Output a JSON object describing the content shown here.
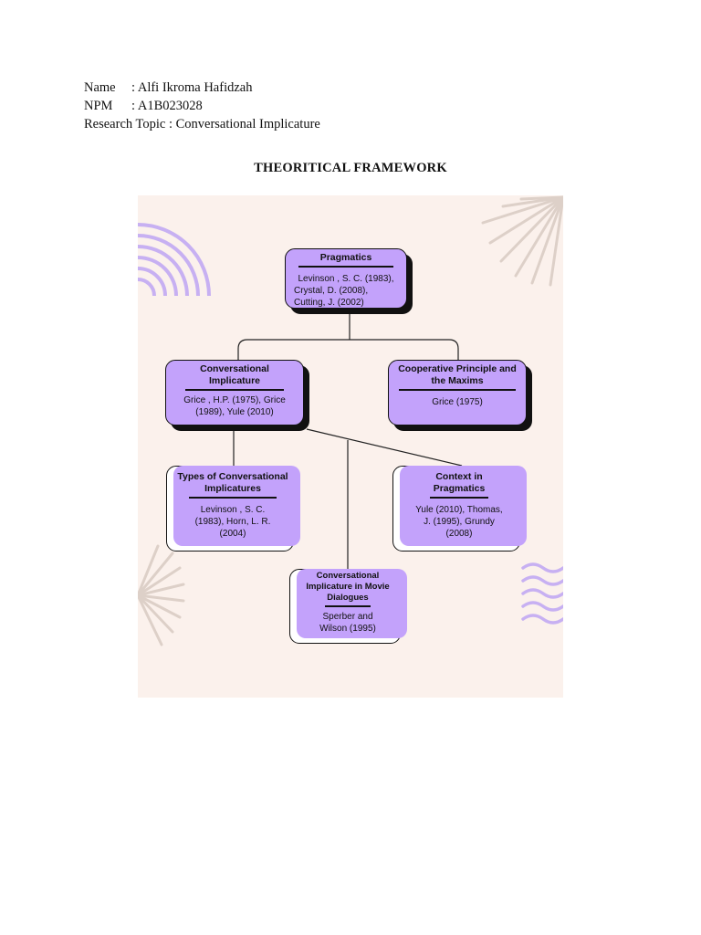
{
  "header": {
    "name_label": "Name",
    "name_value": ": Alfi Ikroma Hafidzah",
    "npm_label": "NPM",
    "npm_value": ": A1B023028",
    "topic_label": "Research Topic",
    "topic_value": ": Conversational Implicature"
  },
  "title": "THEORITICAL FRAMEWORK",
  "nodes": {
    "pragmatics": {
      "head": "Pragmatics",
      "refs": [
        "Levinson , S. C. (1983),",
        "Crystal, D. (2008),",
        "Cutting, J. (2002)"
      ]
    },
    "implicature": {
      "head": [
        "Conversational",
        "Implicature"
      ],
      "refs": [
        "Grice , H.P. (1975), Grice",
        "(1989),  Yule (2010)"
      ]
    },
    "cooperative": {
      "head": [
        "Cooperative Principle and",
        "the Maxims"
      ],
      "refs": [
        "Grice (1975)"
      ]
    },
    "types": {
      "head": [
        "Types of Conversational",
        "Implicatures"
      ],
      "refs": [
        "Levinson , S. C.",
        "(1983), Horn, L. R.",
        "(2004)"
      ]
    },
    "context": {
      "head": [
        "Context in",
        "Pragmatics"
      ],
      "refs": [
        "Yule (2010), Thomas,",
        "J. (1995),  Grundy",
        "(2008)"
      ]
    },
    "movie": {
      "head": [
        "Conversational",
        "Implicature in Movie",
        "Dialogues"
      ],
      "refs": [
        "Sperber and",
        "Wilson (1995)"
      ]
    }
  }
}
